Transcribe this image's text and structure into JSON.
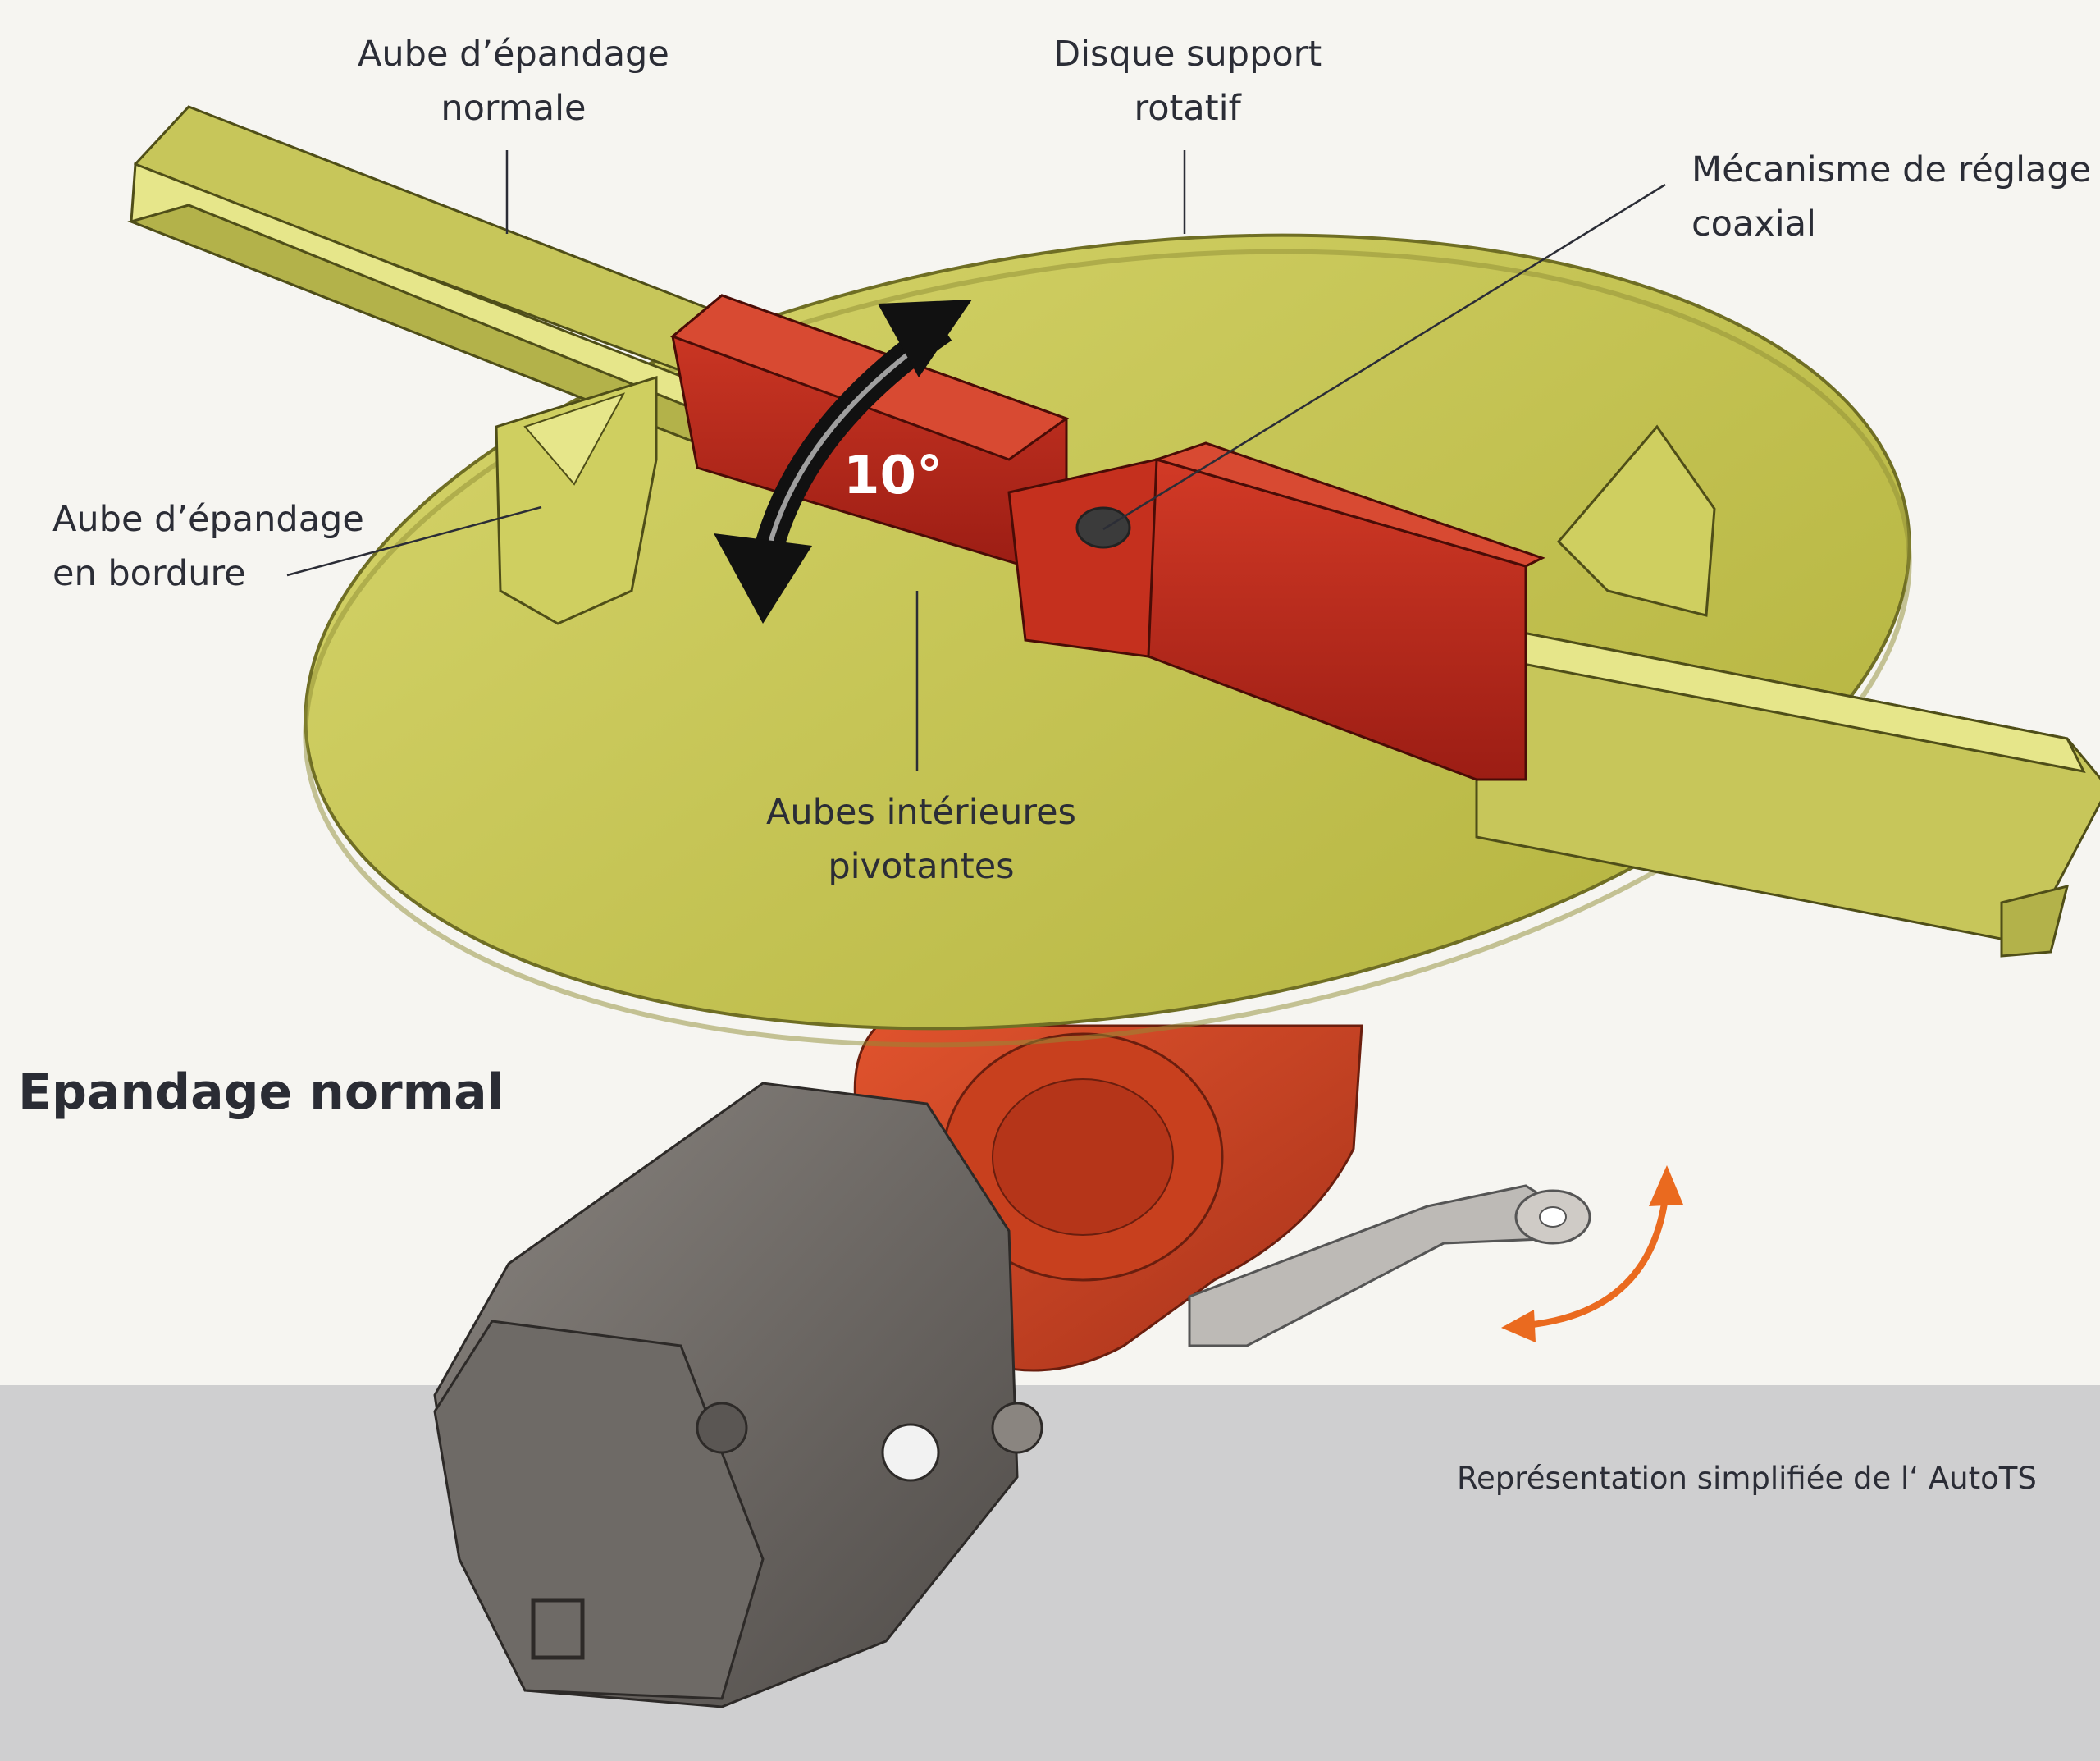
{
  "labels": {
    "normal_vane": [
      "Aube d’épandage",
      "normale"
    ],
    "rotating_disc": [
      "Disque support",
      "rotatif"
    ],
    "coaxial_mechanism": [
      "Mécanisme de réglage",
      "coaxial"
    ],
    "edge_vane": [
      "Aube d’épandage",
      "en bordure"
    ],
    "inner_vanes": [
      "Aubes intérieures",
      "pivotantes"
    ]
  },
  "angle": "10°",
  "section_title": "Epandage normal",
  "caption": "Représentation simplifiée de l‘ AutoTS",
  "colors": {
    "background_top": "#f6f5f1",
    "background_bottom": "#cfcfd0",
    "disc": "#c9c84f",
    "vane": "#c7c65a",
    "vane_highlight": "#e6e68a",
    "inner_vane_red": "#b8261a",
    "gearbox_orange": "#c8401e",
    "motor_grey": "#6e6a66",
    "arrow_black": "#111111",
    "arrow_orange": "#ea6a1f"
  }
}
